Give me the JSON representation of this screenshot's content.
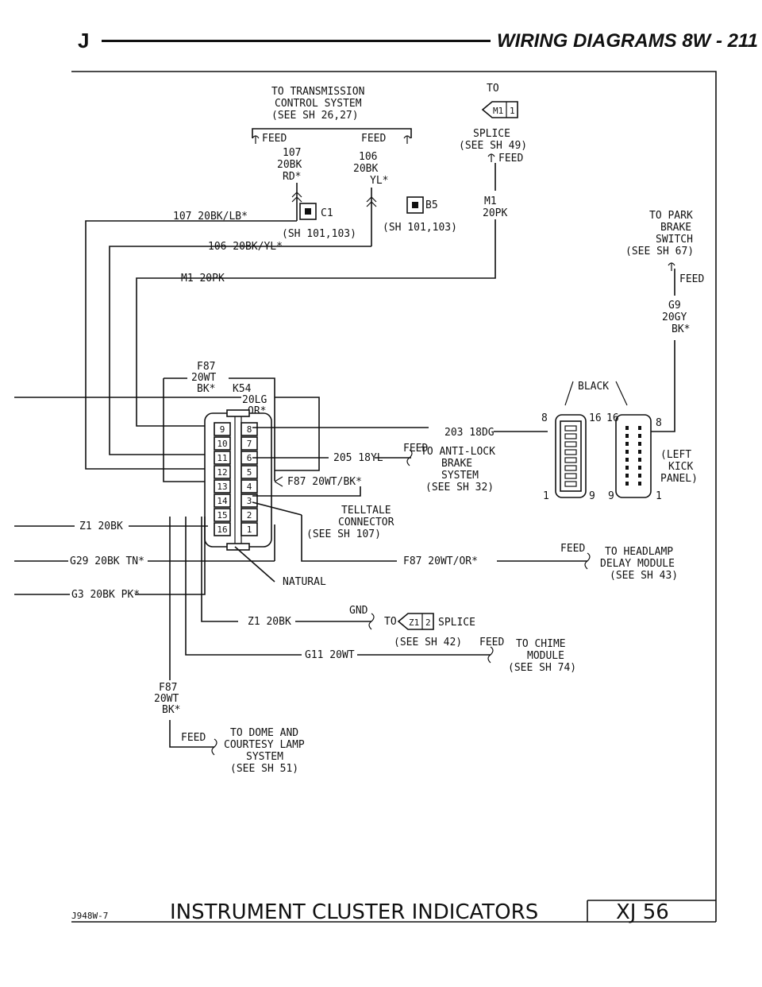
{
  "header": {
    "letter": "J",
    "title": "WIRING DIAGRAMS   8W - 211"
  },
  "footer": {
    "code": "J948W-7",
    "title": "INSTRUMENT CLUSTER INDICATORS",
    "page": "XJ 56"
  },
  "top": {
    "trans_l1": "TO TRANSMISSION",
    "trans_l2": "CONTROL SYSTEM",
    "trans_l3": "(SEE SH 26,27)",
    "to": "TO",
    "m1": "M1",
    "one": "1",
    "splice_l1": "SPLICE",
    "splice_l2": "(SEE SH 49)",
    "feed": "FEED",
    "w107_num": "107",
    "w107_ga": "20BK",
    "w107_col": "RD*",
    "w106_num": "106",
    "w106_ga": "20BK",
    "w106_col": "YL*",
    "c1": "C1",
    "b5": "B5",
    "sh1": "(SH 101,103)",
    "sh2": "(SH 101,103)",
    "m1_id": "M1",
    "m1_ga": "20PK"
  },
  "wires": {
    "w107": "107 20BK/LB*",
    "w106": "106 20BK/YL*",
    "wm1": "M1 20PK",
    "f87_l1": "F87",
    "f87_l2": "20WT",
    "f87_l3": "BK*",
    "k54_l1": "K54",
    "k54_l2": "20LG",
    "k54_l3": "OR*",
    "w203": "203 18DG",
    "w205": "205 18YL",
    "f87b": "F87 20WT/BK*",
    "z1": "Z1 20BK",
    "g29": "G29 20BK TN*",
    "g3": "G3 20BK PK*",
    "f87or": "F87 20WT/OR*",
    "z1b": "Z1 20BK",
    "g11": "G11 20WT",
    "f87c_l1": "F87",
    "f87c_l2": "20WT",
    "f87c_l3": "BK*"
  },
  "park": {
    "l1": "TO PARK",
    "l2": "BRAKE",
    "l3": "SWITCH",
    "l4": "(SEE SH 67)",
    "feed": "FEED",
    "g9": "G9",
    "ga": "20GY",
    "col": "BK*"
  },
  "abs": {
    "feed": "FEED",
    "l1": "TO ANTI-LOCK",
    "l2": "BRAKE",
    "l3": "SYSTEM",
    "l4": "(SEE SH 32)"
  },
  "telltale": {
    "l1": "TELLTALE",
    "l2": "CONNECTOR",
    "l3": "(SEE SH 107)",
    "natural": "NATURAL"
  },
  "black_conn": {
    "label": "BLACK",
    "p8a": "8",
    "p16a": "16",
    "p16b": "16",
    "p8b": "8",
    "p1a": "1",
    "p9a": "9",
    "p9b": "9",
    "p1b": "1",
    "kick_l1": "(LEFT",
    "kick_l2": "KICK",
    "kick_l3": "PANEL)"
  },
  "headlamp": {
    "feed": "FEED",
    "l1": "TO HEADLAMP",
    "l2": "DELAY MODULE",
    "l3": "(SEE SH 43)"
  },
  "z1splice": {
    "gnd": "GND",
    "to": "TO",
    "z1": "Z1",
    "two": "2",
    "splice": "SPLICE",
    "see": "(SEE SH 42)"
  },
  "chime": {
    "feed": "FEED",
    "l1": "TO CHIME",
    "l2": "MODULE",
    "l3": "(SEE SH 74)"
  },
  "dome": {
    "feed": "FEED",
    "l1": "TO DOME AND",
    "l2": "COURTESY LAMP",
    "l3": "SYSTEM",
    "l4": "(SEE SH 51)"
  },
  "cavities": [
    "9",
    "8",
    "10",
    "7",
    "11",
    "6",
    "12",
    "5",
    "13",
    "4",
    "14",
    "3",
    "15",
    "2",
    "16",
    "1"
  ]
}
